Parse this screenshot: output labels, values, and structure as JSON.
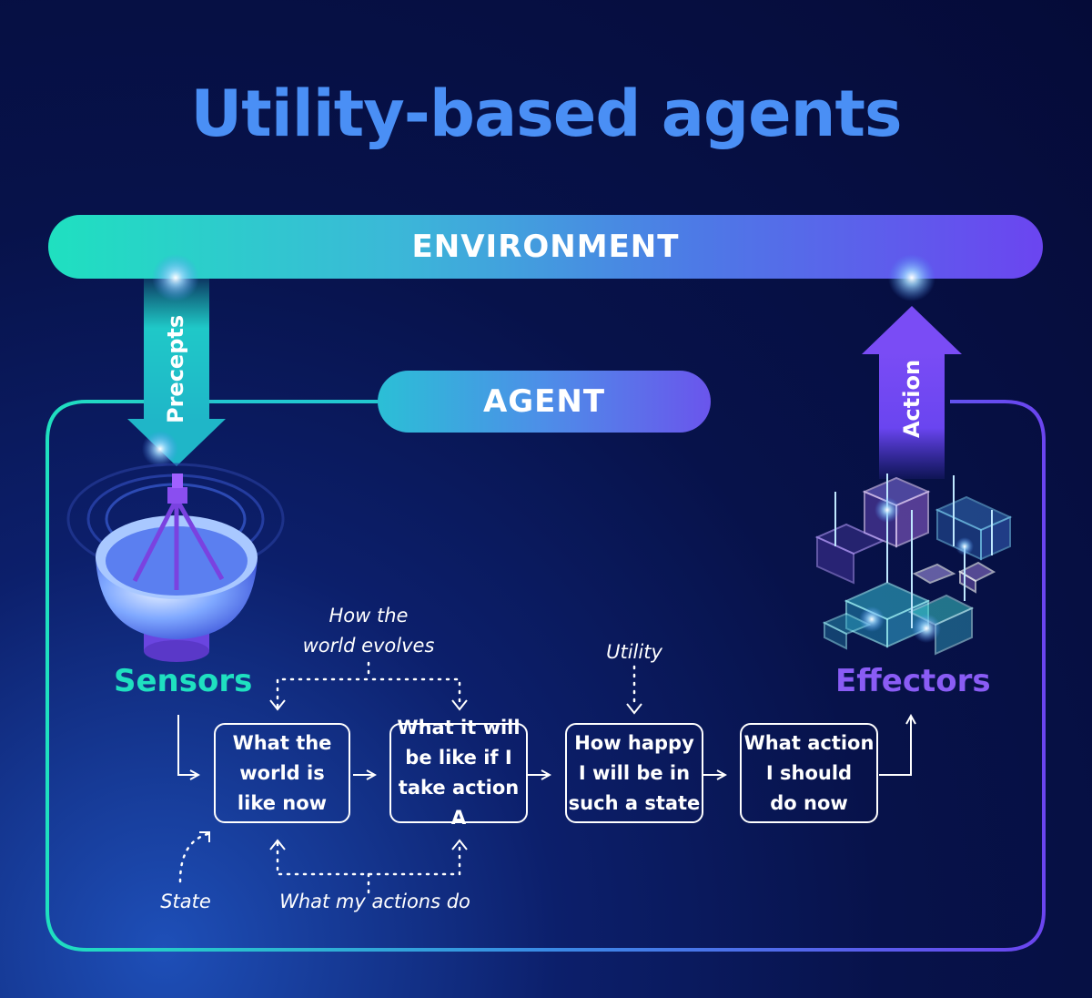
{
  "title": "Utility-based agents",
  "environment_label": "ENVIRONMENT",
  "agent_label": "AGENT",
  "precepts_label": "Precepts",
  "action_label": "Action",
  "sensors_label": "Sensors",
  "effectors_label": "Effectors",
  "boxes": [
    {
      "label": "What the\nworld is\nlike now"
    },
    {
      "label": "What it will\nbe like if I\ntake action A"
    },
    {
      "label": "How happy\nI will be in\nsuch a state"
    },
    {
      "label": "What action\nI should\ndo now"
    }
  ],
  "notes": {
    "world_evolves": "How the\nworld evolves",
    "utility": "Utility",
    "state": "State",
    "actions_do": "What my actions do"
  },
  "colors": {
    "teal": "#1fe0c0",
    "blue": "#4a8ff5",
    "purple": "#6b45f0",
    "title": "#4a8ff5"
  },
  "icons": {
    "sensors": "satellite-dish-icon",
    "effectors": "isometric-cubes-icon"
  }
}
